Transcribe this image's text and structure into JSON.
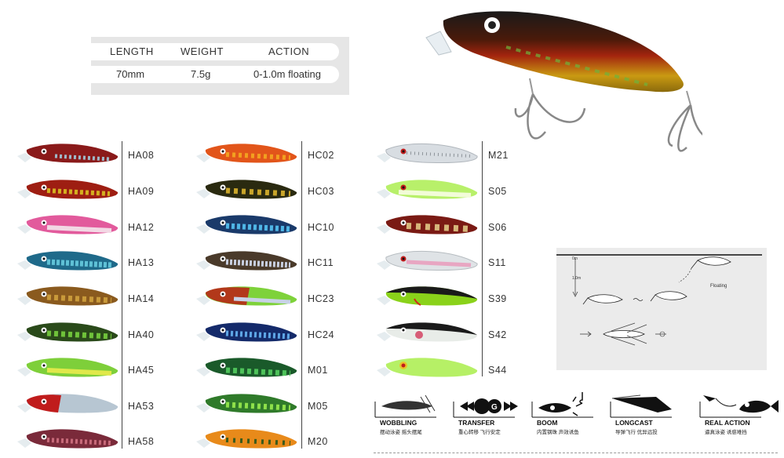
{
  "spec_table": {
    "headers": [
      "LENGTH",
      "WEIGHT",
      "ACTION"
    ],
    "values": [
      "70mm",
      "7.5g",
      "0-1.0m floating"
    ]
  },
  "color_columns": [
    {
      "codes": [
        "HA08",
        "HA09",
        "HA12",
        "HA13",
        "HA14",
        "HA40",
        "HA45",
        "HA53",
        "HA58"
      ]
    },
    {
      "codes": [
        "HC02",
        "HC03",
        "HC10",
        "HC11",
        "HC23",
        "HC24",
        "M01",
        "M05",
        "M20"
      ]
    },
    {
      "codes": [
        "M21",
        "S05",
        "S06",
        "S11",
        "S39",
        "S42",
        "S44"
      ]
    }
  ],
  "diagram": {
    "depth_top": "0m",
    "depth_bottom": "1.0m",
    "floating_label": "Floating"
  },
  "features": [
    {
      "label": "WOBBLING",
      "sub": "摆动泳姿  摇头摆尾"
    },
    {
      "label": "TRANSFER",
      "sub": "重心转移  飞行安定"
    },
    {
      "label": "BOOM",
      "sub": "内置钢珠  声效诱鱼"
    },
    {
      "label": "LONGCAST",
      "sub": "导弹飞行  优异远投"
    },
    {
      "label": "REAL ACTION",
      "sub": "逼真泳姿  诱惑难挡"
    }
  ],
  "transfer_icon_letter": "G"
}
